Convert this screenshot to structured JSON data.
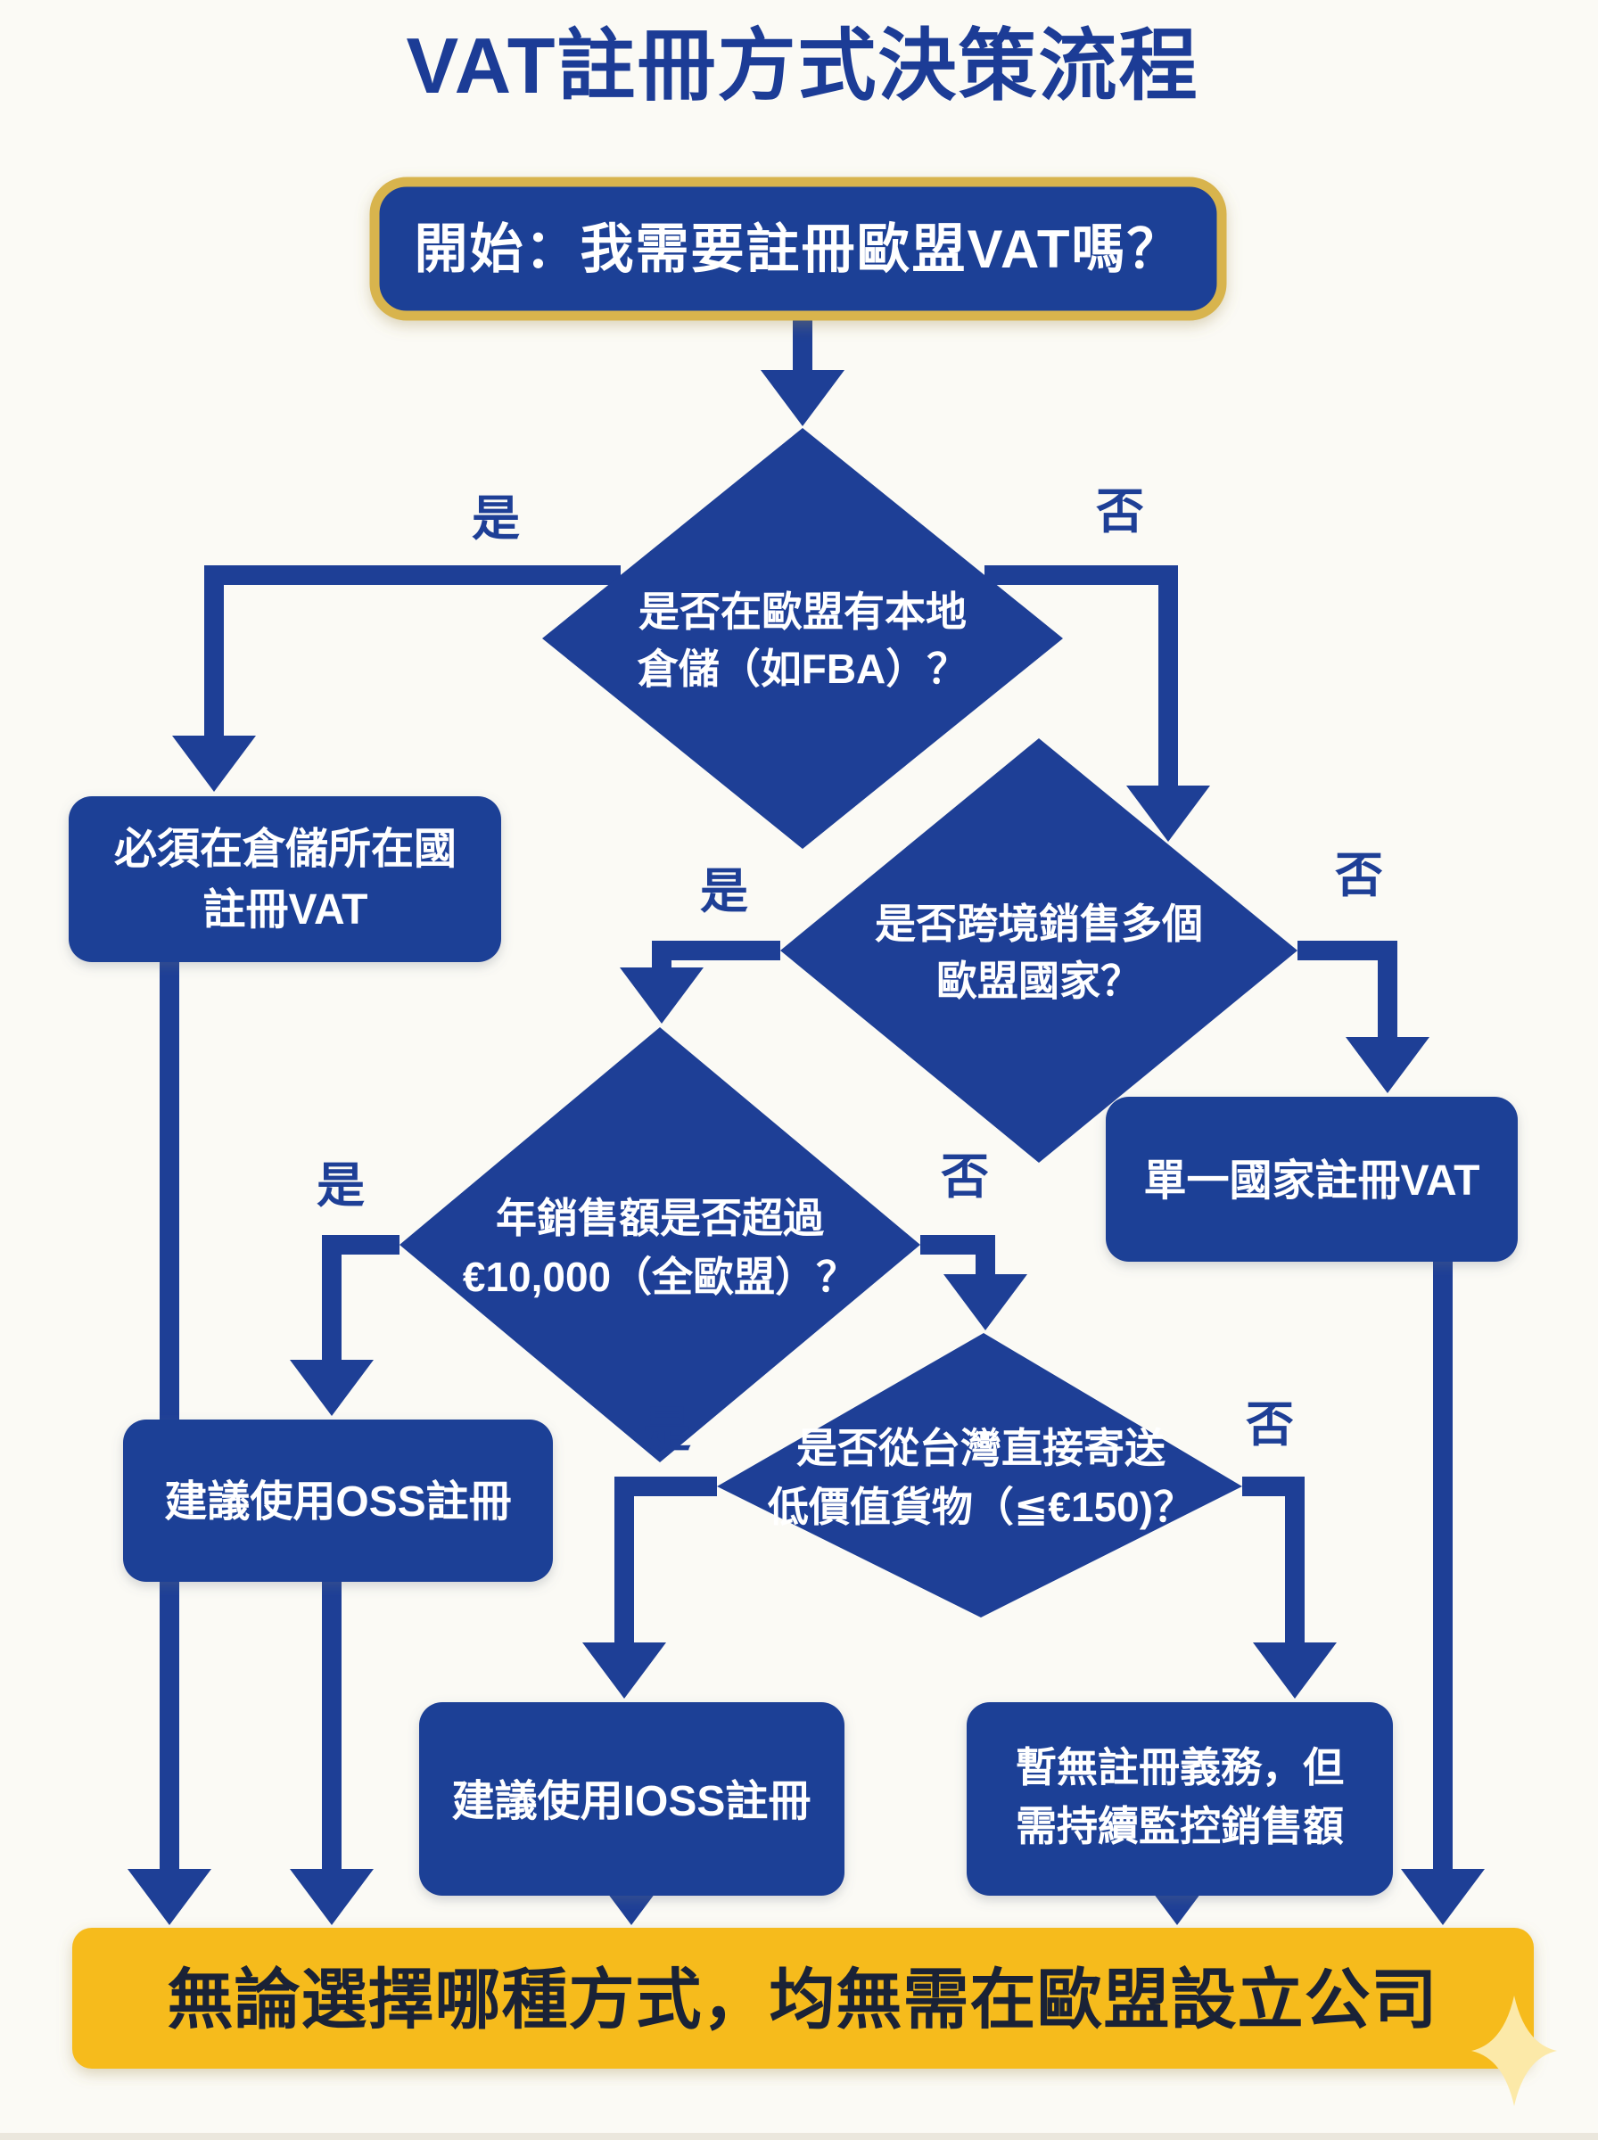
{
  "title": "VAT註冊方式決策流程",
  "start": {
    "label": "開始：我需要註冊歐盟VAT嗎？"
  },
  "branch_labels": {
    "yes": "是",
    "no": "否"
  },
  "decisions": {
    "local_warehouse": {
      "line1": "是否在歐盟有本地",
      "line2": "倉儲（如FBA）？"
    },
    "cross_border": {
      "line1": "是否跨境銷售多個",
      "line2": "歐盟國家？"
    },
    "sales_threshold": {
      "line1": "年銷售額是否超過",
      "line2": "€10,000（全歐盟）？"
    },
    "low_value_direct": {
      "line1": "是否從台灣直接寄送",
      "line2": "低價值貨物（≦€150)？"
    }
  },
  "outcomes": {
    "register_warehouse_country": {
      "line1": "必須在倉儲所在國",
      "line2": "註冊VAT"
    },
    "single_country": {
      "line1": "單一國家註冊VAT"
    },
    "oss": {
      "line1": "建議使用OSS註冊"
    },
    "ioss": {
      "line1": "建議使用IOSS註冊"
    },
    "monitor": {
      "line1": "暫無註冊義務，但",
      "line2": "需持續監控銷售額"
    }
  },
  "footer": {
    "label": "無論選擇哪種方式，均無需在歐盟設立公司"
  },
  "colors": {
    "navy": "#1e3f96",
    "gold_border": "#d8b44e",
    "banner_yellow": "#f6bb1d",
    "banner_text": "#1a2236",
    "background": "#fbfaf5"
  }
}
